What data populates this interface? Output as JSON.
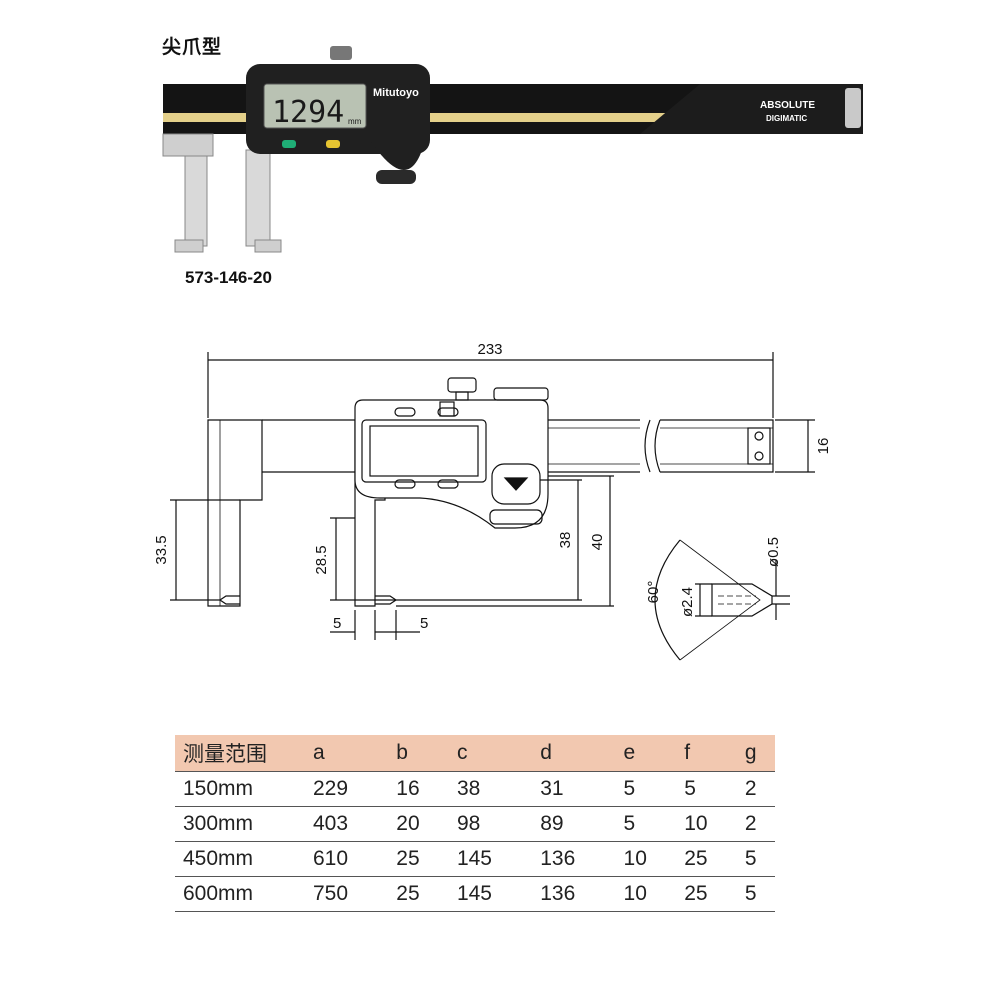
{
  "header": {
    "title": "尖爪型",
    "model_number": "573-146-20"
  },
  "photo": {
    "lcd_reading": "1294",
    "lcd_unit": "mm",
    "brand": "Mitutoyo",
    "beam_logo_line1": "ABSOLUTE",
    "beam_logo_line2": "DIGIMATIC"
  },
  "drawing": {
    "dim_233": "233",
    "dim_16": "16",
    "dim_33_5": "33.5",
    "dim_28_5": "28.5",
    "dim_38": "38",
    "dim_40": "40",
    "dim_5_left": "5",
    "dim_5_right": "5",
    "tip_angle": "60°",
    "tip_dia": "ø2.4",
    "tip_point": "ø0.5"
  },
  "spec_table": {
    "headers": [
      "测量范围",
      "a",
      "b",
      "c",
      "d",
      "e",
      "f",
      "g"
    ],
    "rows": [
      [
        "150mm",
        "229",
        "16",
        "38",
        "31",
        "5",
        "5",
        "2"
      ],
      [
        "300mm",
        "403",
        "20",
        "98",
        "89",
        "5",
        "10",
        "2"
      ],
      [
        "450mm",
        "610",
        "25",
        "145",
        "136",
        "10",
        "25",
        "5"
      ],
      [
        "600mm",
        "750",
        "25",
        "145",
        "136",
        "10",
        "25",
        "5"
      ]
    ]
  },
  "colors": {
    "beam": "#141414",
    "gold_stripe": "#e4d08a",
    "table_header": "#f2c8b0",
    "lcd": "#b9c2b3"
  }
}
